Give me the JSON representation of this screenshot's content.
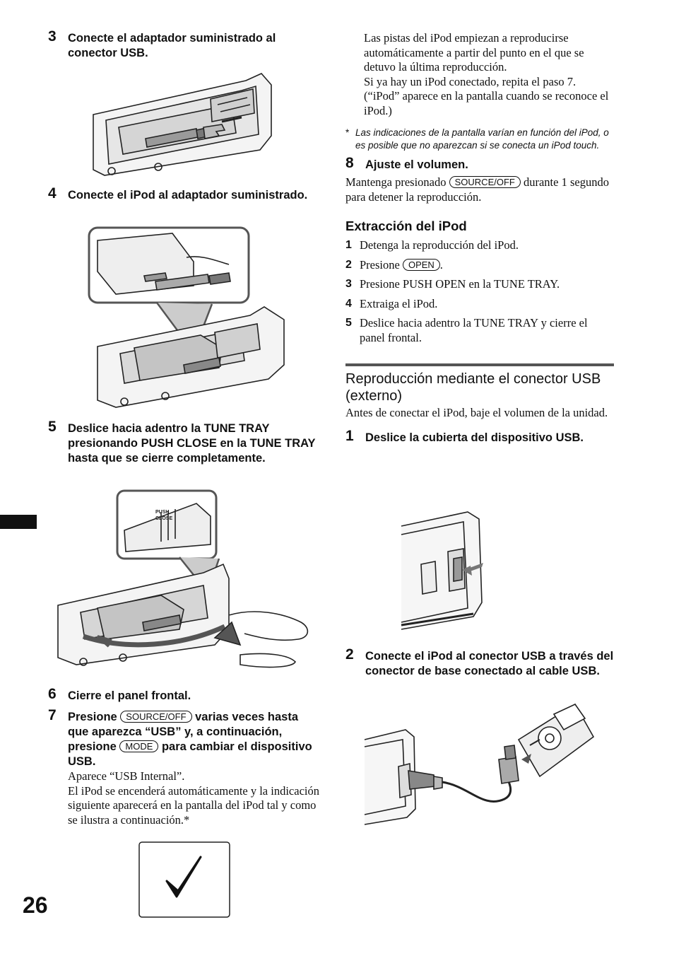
{
  "page_number": "26",
  "left_column": {
    "step3": {
      "num": "3",
      "text": "Conecte el adaptador suministrado al conector USB."
    },
    "step4": {
      "num": "4",
      "text": "Conecte el iPod al adaptador suministrado."
    },
    "step5": {
      "num": "5",
      "text": "Deslice hacia adentro la TUNE TRAY presionando PUSH CLOSE en la TUNE TRAY hasta que se cierre completamente."
    },
    "figure5_label": {
      "line1": "PUSH",
      "line2": "CLOSE"
    },
    "step6": {
      "num": "6",
      "text": "Cierre el panel frontal."
    },
    "step7": {
      "num": "7",
      "part1": "Presione",
      "button1": "SOURCE/OFF",
      "part2": "varias veces hasta que aparezca “USB” y, a continuación, presione",
      "button2": "MODE",
      "part3": "para cambiar el dispositivo USB.",
      "body": "Aparece “USB Internal”.\nEl iPod se encenderá automáticamente y la indicación siguiente aparecerá en la pantalla del iPod tal y como se ilustra a continuación.*"
    }
  },
  "right_column": {
    "continuation": "Las pistas del iPod empiezan a reproducirse automáticamente a partir del punto en el que se detuvo la última reproducción.\nSi ya hay un iPod conectado, repita el paso 7. (“iPod” aparece en la pantalla cuando se reconoce el iPod.)",
    "footnote": {
      "mark": "*",
      "text": "Las indicaciones de la pantalla varían en función del iPod, o es posible que no aparezcan si se conecta un iPod touch."
    },
    "step8": {
      "num": "8",
      "text": "Ajuste el volumen.",
      "body_part1": "Mantenga presionado",
      "button": "SOURCE/OFF",
      "body_part2": "durante 1 segundo para detener la reproducción."
    },
    "extraction": {
      "title": "Extracción del iPod",
      "items": [
        {
          "num": "1",
          "text": "Detenga la reproducción del iPod."
        },
        {
          "num": "2",
          "text": "Presione",
          "button": "OPEN",
          "suffix": "."
        },
        {
          "num": "3",
          "text": "Presione PUSH OPEN en la TUNE TRAY."
        },
        {
          "num": "4",
          "text": "Extraiga el iPod."
        },
        {
          "num": "5",
          "text": "Deslice hacia adentro la TUNE TRAY y cierre el panel frontal."
        }
      ]
    },
    "section": {
      "title": "Reproducción mediante el conector USB (externo)",
      "intro": "Antes de conectar el iPod, baje el volumen de la unidad.",
      "step1": {
        "num": "1",
        "text": "Deslice la cubierta del dispositivo USB."
      },
      "step2": {
        "num": "2",
        "text": "Conecte el iPod al conector USB a través del conector de base conectado al cable USB."
      }
    }
  }
}
